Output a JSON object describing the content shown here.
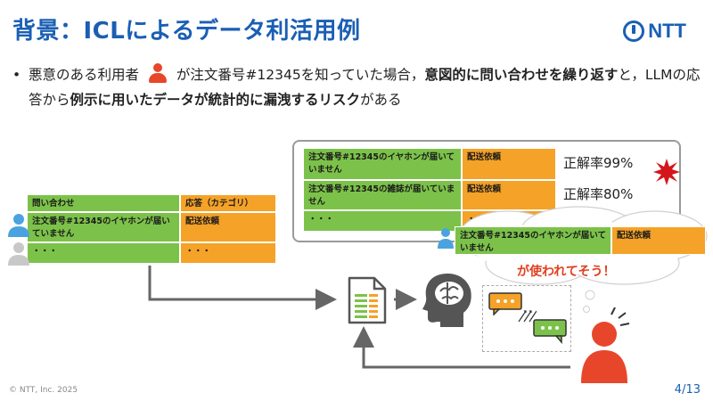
{
  "header": {
    "title": "背景：ICLによるデータ利活用例",
    "logo_text": "NTT"
  },
  "bullet": {
    "marker": "•",
    "part1": "悪意のある利用者",
    "part2": "が注文番号#12345を知っていた場合，",
    "bold1": "意図的に問い合わせを繰り返す",
    "part3": "と，LLMの応答から",
    "bold2": "例示に用いたデータが統計的に漏洩するリスク",
    "part4": "がある"
  },
  "left_table": {
    "headers": [
      "問い合わせ",
      "応答（カテゴリ）"
    ],
    "rows": [
      [
        "注文番号#12345のイヤホンが届いていません",
        "配送依頼"
      ],
      [
        "・・・",
        "・・・"
      ]
    ]
  },
  "panel_table": {
    "rows": [
      [
        "注文番号#12345のイヤホンが届いていません",
        "配送依頼"
      ],
      [
        "注文番号#12345の雑誌が届いていません",
        "配送依頼"
      ],
      [
        "・・・",
        "・・・"
      ]
    ],
    "accuracy": [
      "正解率99%",
      "正解率80%"
    ]
  },
  "cloud": {
    "row": [
      "注文番号#12345のイヤホンが届いていません",
      "配送依頼"
    ],
    "caption": "が使われてそう！"
  },
  "footer": {
    "copyright": "© NTT, Inc.  2025",
    "page": "4/13"
  },
  "colors": {
    "brand_blue": "#1a5fb4",
    "green": "#7cc24a",
    "orange": "#f5a228",
    "alert_red": "#e8462a",
    "user_blue": "#4aa3df"
  },
  "icons": [
    "person-icon",
    "document-icon",
    "brain-head-icon",
    "chat-bubble-icon",
    "alert-burst-icon",
    "thought-cloud-icon"
  ]
}
